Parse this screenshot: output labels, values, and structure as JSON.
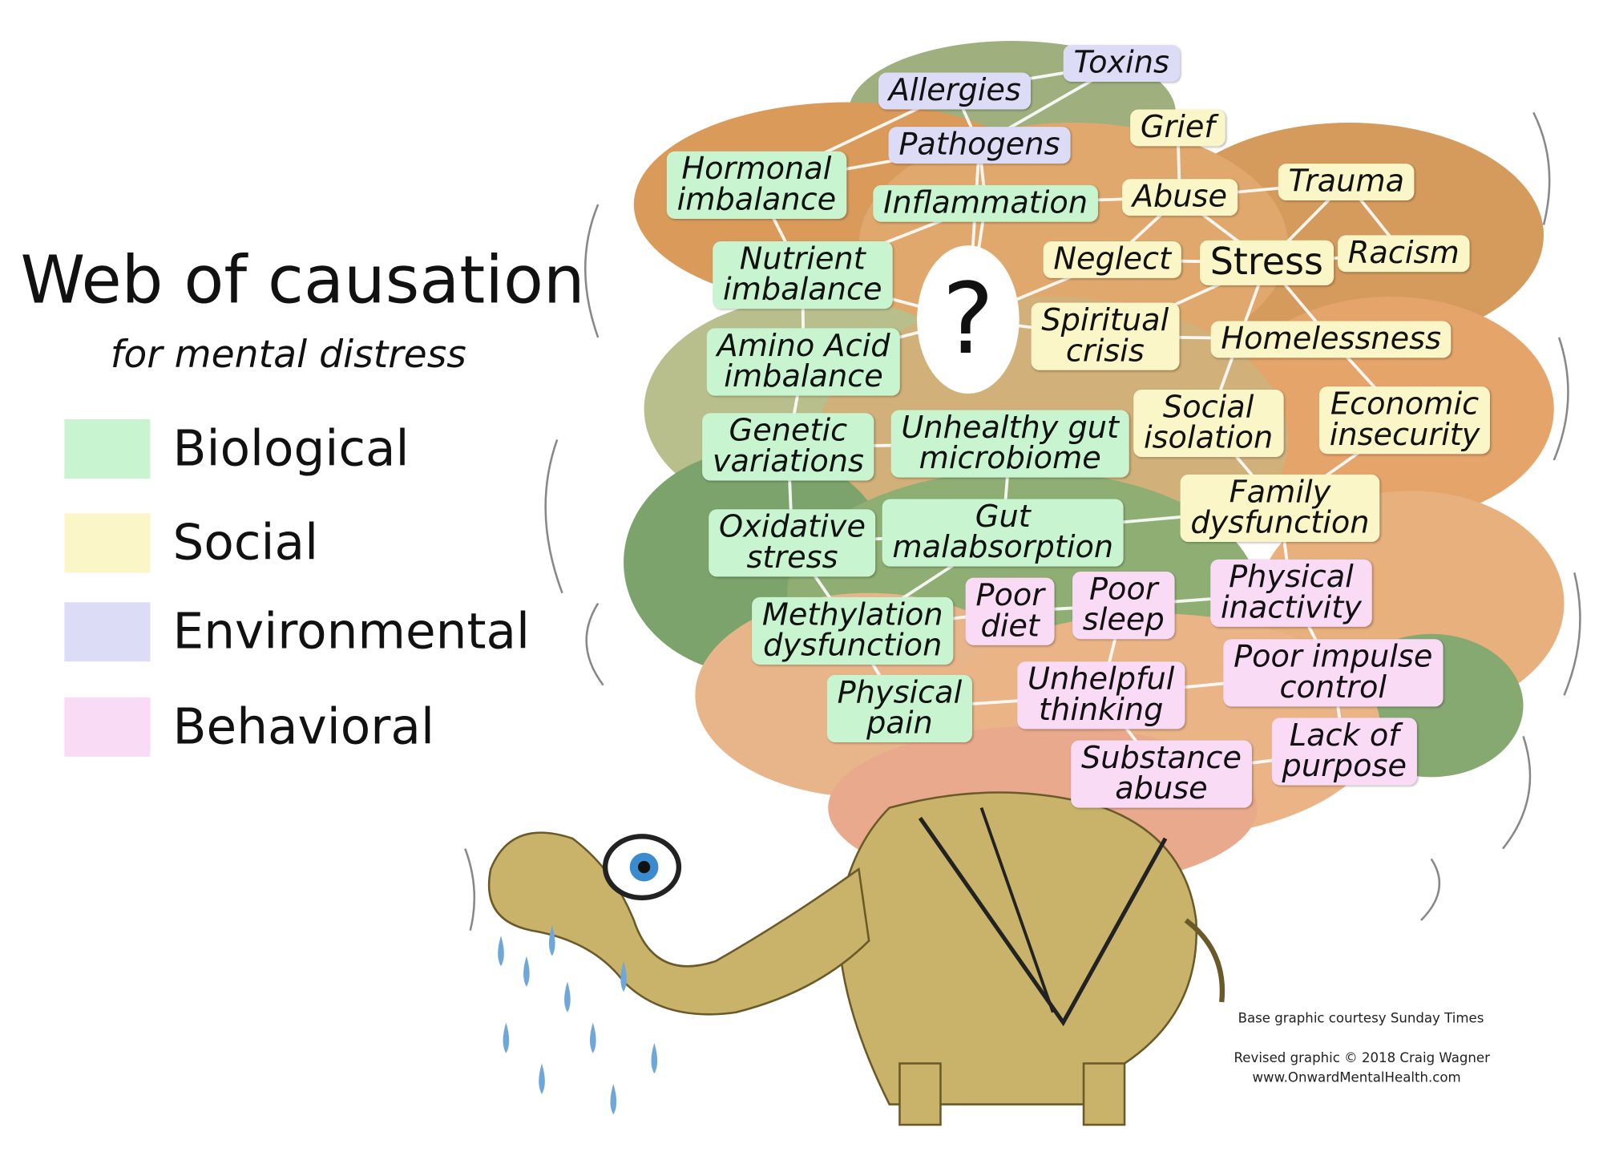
{
  "title": "Web of causation",
  "subtitle": "for mental distress",
  "colors": {
    "Biological": "#c8f5cf",
    "Social": "#fbf6c8",
    "Environmental": "#dcdcf7",
    "Behavioral": "#f9dbf6"
  },
  "legend": [
    {
      "label": "Biological",
      "color": "#c8f5cf"
    },
    {
      "label": "Social",
      "color": "#fbf6c8"
    },
    {
      "label": "Environmental",
      "color": "#dcdcf7"
    },
    {
      "label": "Behavioral",
      "color": "#f9dbf6"
    }
  ],
  "center_symbol": "?",
  "nodes": [
    {
      "id": "toxins",
      "text": "Toxins",
      "category": "Environmental"
    },
    {
      "id": "allergies",
      "text": "Allergies",
      "category": "Environmental"
    },
    {
      "id": "pathogens",
      "text": "Pathogens",
      "category": "Environmental"
    },
    {
      "id": "grief",
      "text": "Grief",
      "category": "Social"
    },
    {
      "id": "hormonal",
      "text": "Hormonal\nimbalance",
      "category": "Biological"
    },
    {
      "id": "inflammation",
      "text": "Inflammation",
      "category": "Biological"
    },
    {
      "id": "abuse",
      "text": "Abuse",
      "category": "Social"
    },
    {
      "id": "trauma",
      "text": "Trauma",
      "category": "Social"
    },
    {
      "id": "nutrient",
      "text": "Nutrient\nimbalance",
      "category": "Biological"
    },
    {
      "id": "neglect",
      "text": "Neglect",
      "category": "Social"
    },
    {
      "id": "stress",
      "text": "Stress",
      "category": "Social"
    },
    {
      "id": "racism",
      "text": "Racism",
      "category": "Social"
    },
    {
      "id": "spiritual",
      "text": "Spiritual\ncrisis",
      "category": "Social"
    },
    {
      "id": "homelessness",
      "text": "Homelessness",
      "category": "Social"
    },
    {
      "id": "amino",
      "text": "Amino Acid\nimbalance",
      "category": "Biological"
    },
    {
      "id": "social_isolation",
      "text": "Social\nisolation",
      "category": "Social"
    },
    {
      "id": "economic",
      "text": "Economic\ninsecurity",
      "category": "Social"
    },
    {
      "id": "genetic",
      "text": "Genetic\nvariations",
      "category": "Biological"
    },
    {
      "id": "gut_micro",
      "text": "Unhealthy gut\nmicrobiome",
      "category": "Biological"
    },
    {
      "id": "family",
      "text": "Family\ndysfunction",
      "category": "Social"
    },
    {
      "id": "oxidative",
      "text": "Oxidative\nstress",
      "category": "Biological"
    },
    {
      "id": "gut_malabs",
      "text": "Gut\nmalabsorption",
      "category": "Biological"
    },
    {
      "id": "physical_inactivity",
      "text": "Physical\ninactivity",
      "category": "Behavioral"
    },
    {
      "id": "poor_diet",
      "text": "Poor\ndiet",
      "category": "Behavioral"
    },
    {
      "id": "poor_sleep",
      "text": "Poor\nsleep",
      "category": "Behavioral"
    },
    {
      "id": "methylation",
      "text": "Methylation\ndysfunction",
      "category": "Biological"
    },
    {
      "id": "impulse",
      "text": "Poor impulse\ncontrol",
      "category": "Behavioral"
    },
    {
      "id": "physical_pain",
      "text": "Physical\npain",
      "category": "Biological"
    },
    {
      "id": "unhelpful",
      "text": "Unhelpful\nthinking",
      "category": "Behavioral"
    },
    {
      "id": "lack_purpose",
      "text": "Lack of\npurpose",
      "category": "Behavioral"
    },
    {
      "id": "substance",
      "text": "Substance\nabuse",
      "category": "Behavioral"
    }
  ],
  "edges": [
    [
      "allergies",
      "toxins"
    ],
    [
      "allergies",
      "hormonal"
    ],
    [
      "allergies",
      "pathogens"
    ],
    [
      "toxins",
      "pathogens"
    ],
    [
      "hormonal",
      "pathogens"
    ],
    [
      "pathogens",
      "inflammation"
    ],
    [
      "pathogens",
      "question"
    ],
    [
      "grief",
      "abuse"
    ],
    [
      "abuse",
      "trauma"
    ],
    [
      "abuse",
      "inflammation"
    ],
    [
      "abuse",
      "stress"
    ],
    [
      "abuse",
      "neglect"
    ],
    [
      "trauma",
      "stress"
    ],
    [
      "trauma",
      "racism"
    ],
    [
      "racism",
      "stress"
    ],
    [
      "neglect",
      "stress"
    ],
    [
      "stress",
      "spiritual"
    ],
    [
      "stress",
      "homelessness"
    ],
    [
      "stress",
      "social_isolation"
    ],
    [
      "homelessness",
      "economic"
    ],
    [
      "social_isolation",
      "family"
    ],
    [
      "economic",
      "family"
    ],
    [
      "hormonal",
      "nutrient"
    ],
    [
      "inflammation",
      "nutrient"
    ],
    [
      "nutrient",
      "amino"
    ],
    [
      "nutrient",
      "question"
    ],
    [
      "amino",
      "genetic"
    ],
    [
      "amino",
      "question"
    ],
    [
      "genetic",
      "gut_micro"
    ],
    [
      "genetic",
      "oxidative"
    ],
    [
      "gut_micro",
      "gut_malabs"
    ],
    [
      "oxidative",
      "gut_malabs"
    ],
    [
      "oxidative",
      "methylation"
    ],
    [
      "gut_malabs",
      "methylation"
    ],
    [
      "gut_malabs",
      "family"
    ],
    [
      "spiritual",
      "question"
    ],
    [
      "inflammation",
      "question"
    ],
    [
      "neglect",
      "question"
    ],
    [
      "family",
      "physical_inactivity"
    ],
    [
      "physical_inactivity",
      "poor_sleep"
    ],
    [
      "poor_sleep",
      "poor_diet"
    ],
    [
      "poor_diet",
      "methylation"
    ],
    [
      "poor_sleep",
      "unhelpful"
    ],
    [
      "physical_inactivity",
      "impulse"
    ],
    [
      "impulse",
      "unhelpful"
    ],
    [
      "unhelpful",
      "physical_pain"
    ],
    [
      "unhelpful",
      "substance"
    ],
    [
      "impulse",
      "lack_purpose"
    ],
    [
      "lack_purpose",
      "substance"
    ],
    [
      "methylation",
      "physical_pain"
    ],
    [
      "spiritual",
      "homelessness"
    ]
  ],
  "credits": {
    "base": "Base graphic courtesy Sunday Times",
    "revised": "Revised graphic © 2018 Craig Wagner",
    "url": "www.OnwardMentalHealth.com"
  }
}
